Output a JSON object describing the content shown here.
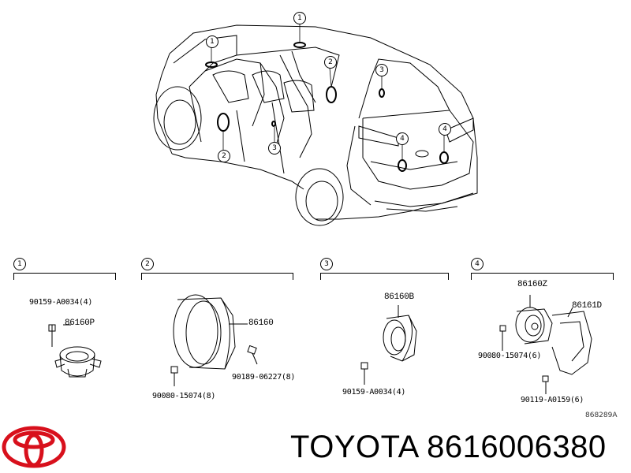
{
  "callouts": {
    "c1": "1",
    "c2": "2",
    "c3": "3",
    "c4": "4"
  },
  "sections": [
    {
      "number": "1",
      "parts": {
        "main": "86160P",
        "screw": "90159-A0034(4)"
      }
    },
    {
      "number": "2",
      "parts": {
        "main": "86160",
        "clip": "90189-06227(8)",
        "screw": "90080-15074(8)"
      }
    },
    {
      "number": "3",
      "parts": {
        "main": "86160B",
        "screw": "90159-A0034(4)"
      }
    },
    {
      "number": "4",
      "parts": {
        "main": "86160Z",
        "bracket": "86161D",
        "screw_a": "90080-15074(6)",
        "screw_b": "90119-A0159(6)"
      }
    }
  ],
  "figure_code": "868289A",
  "footer": {
    "brand_text": "TOYOTA 8616006380",
    "logo_icon": "toyota-logo-icon"
  },
  "colors": {
    "line": "#000000",
    "logo": "#d8101c"
  }
}
